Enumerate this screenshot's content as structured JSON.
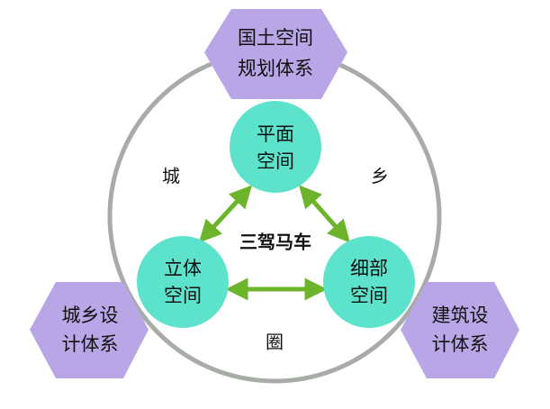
{
  "center": {
    "title": "三驾马车"
  },
  "nodes": [
    {
      "id": "pingmian",
      "lines": [
        "平面",
        "空间"
      ]
    },
    {
      "id": "liti",
      "lines": [
        "立体",
        "空间"
      ]
    },
    {
      "id": "xibu",
      "lines": [
        "细部",
        "空间"
      ]
    }
  ],
  "hexagons": [
    {
      "id": "guotu",
      "lines": [
        "国土空间",
        "规划体系"
      ]
    },
    {
      "id": "chengxiang",
      "lines": [
        "城乡设",
        "计体系"
      ]
    },
    {
      "id": "jianzhu",
      "lines": [
        "建筑设",
        "计体系"
      ]
    }
  ],
  "ring_labels": {
    "top_left": "城",
    "top_right": "乡",
    "bottom": "圈"
  },
  "colors": {
    "circle_fill": "#5de3cc",
    "hexagon_fill": "#b9a6e6",
    "ring_stroke": "#a7aca6",
    "arrow": "#6cb52b"
  }
}
